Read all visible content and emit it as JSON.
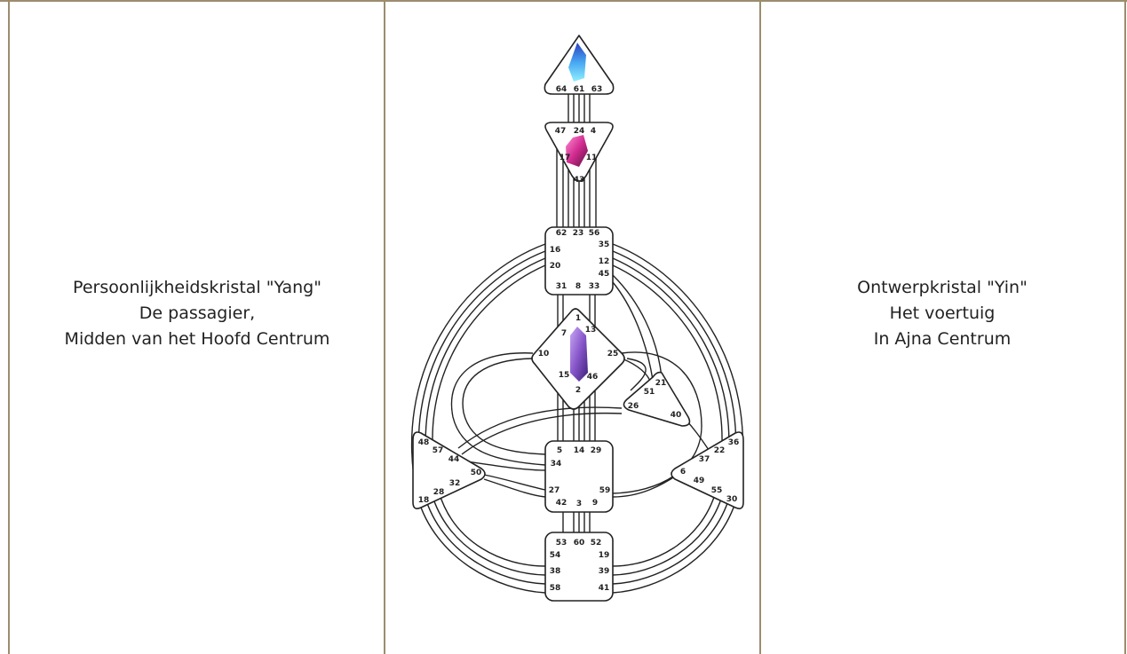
{
  "left_caption": {
    "line1": "Persoonlijkheidskristal \"Yang\"",
    "line2": "De passagier,",
    "line3": "Midden van het Hoofd Centrum"
  },
  "right_caption": {
    "line1": "Ontwerpkristal \"Yin\"",
    "line2": "Het voertuig",
    "line3": "In Ajna Centrum"
  },
  "colors": {
    "border": "#9b8d6e",
    "crystal_head": "#3b6fd8",
    "crystal_ajna": "#d63fa0",
    "crystal_g": "#8b5cc8"
  },
  "centers": {
    "head": [
      "64",
      "61",
      "63"
    ],
    "ajna": [
      "47",
      "24",
      "4",
      "17",
      "11",
      "43"
    ],
    "throat": [
      "62",
      "23",
      "56",
      "16",
      "35",
      "20",
      "12",
      "45",
      "31",
      "8",
      "33"
    ],
    "g": [
      "1",
      "7",
      "13",
      "10",
      "25",
      "15",
      "46",
      "2"
    ],
    "ego": [
      "21",
      "51",
      "26",
      "40"
    ],
    "spleen": [
      "48",
      "57",
      "44",
      "50",
      "32",
      "28",
      "18"
    ],
    "sacral": [
      "5",
      "14",
      "29",
      "34",
      "27",
      "59",
      "42",
      "3",
      "9"
    ],
    "solar": [
      "36",
      "22",
      "37",
      "6",
      "49",
      "55",
      "30"
    ],
    "root": [
      "53",
      "60",
      "52",
      "54",
      "19",
      "38",
      "39",
      "58",
      "41"
    ]
  }
}
